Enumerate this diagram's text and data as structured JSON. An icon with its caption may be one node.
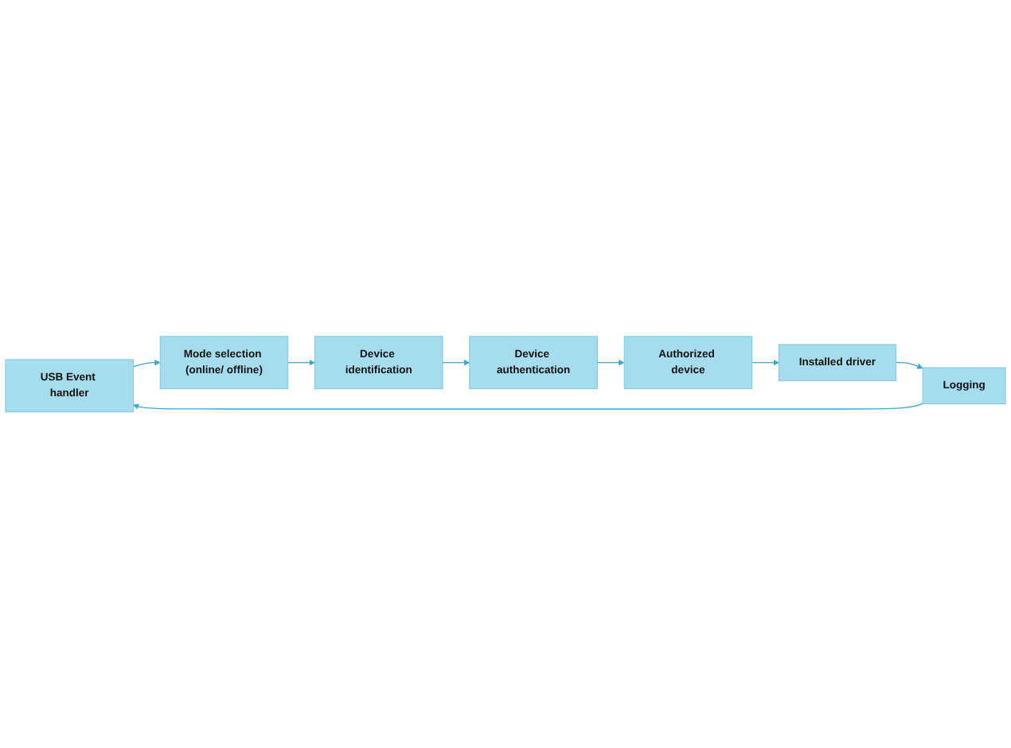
{
  "diagram": {
    "nodes": [
      {
        "text": [
          "USB Event handler"
        ]
      },
      {
        "text": [
          "Mode selection (online/ offline)"
        ]
      },
      {
        "text": [
          "Device identification"
        ]
      },
      {
        "text": [
          "Device authentication"
        ]
      },
      {
        "text": [
          "Authorized device"
        ]
      },
      {
        "text": [
          "Installed driver"
        ]
      },
      {
        "text": [
          "Logging"
        ]
      }
    ],
    "edges": [
      {
        "from": 0,
        "to": 1,
        "arrow": "to"
      },
      {
        "from": 1,
        "to": 2,
        "arrow": "to"
      },
      {
        "from": 2,
        "to": 3,
        "arrow": "to"
      },
      {
        "from": 3,
        "to": 4,
        "arrow": "to"
      },
      {
        "from": 4,
        "to": 5,
        "arrow": "to"
      },
      {
        "from": 5,
        "to": 6,
        "arrow": "to"
      },
      {
        "from": 6,
        "to": 0,
        "arrow": "to"
      }
    ]
  }
}
